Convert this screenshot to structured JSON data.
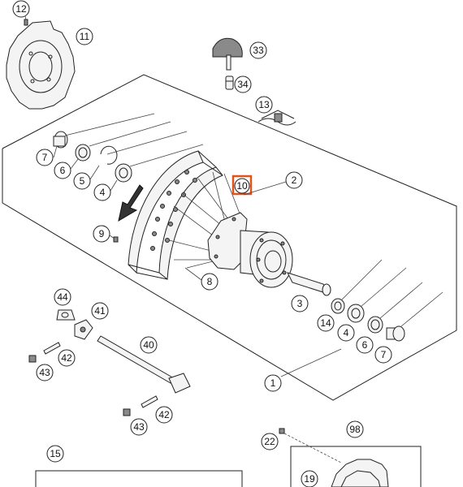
{
  "callouts": {
    "c1": "1",
    "c2": "2",
    "c3": "3",
    "c4a": "4",
    "c4b": "4",
    "c5": "5",
    "c6a": "6",
    "c6b": "6",
    "c7a": "7",
    "c7b": "7",
    "c8": "8",
    "c9": "9",
    "c10": "10",
    "c11": "11",
    "c12": "12",
    "c13": "13",
    "c14": "14",
    "c15": "15",
    "c19": "19",
    "c22": "22",
    "c33": "33",
    "c34": "34",
    "c40": "40",
    "c41": "41",
    "c42a": "42",
    "c42b": "42",
    "c43a": "43",
    "c43b": "43",
    "c44": "44",
    "c98": "98"
  },
  "highlight_color": "#e0541c",
  "highlighted_part": "10"
}
